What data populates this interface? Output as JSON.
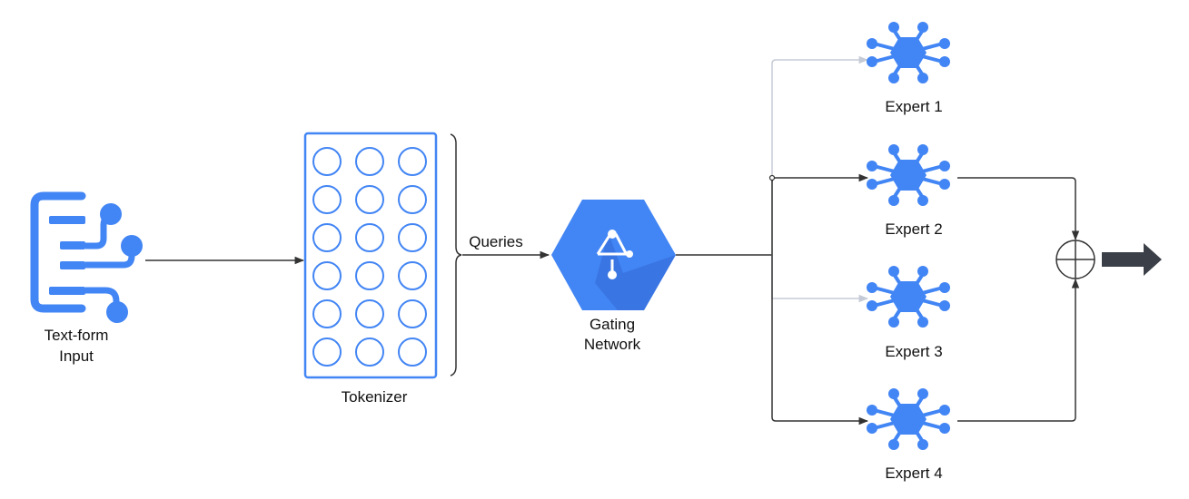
{
  "input": {
    "label_line1": "Text-form",
    "label_line2": "Input"
  },
  "tokenizer": {
    "label": "Tokenizer",
    "rows": 6,
    "cols": 3
  },
  "queries": {
    "label": "Queries"
  },
  "gating": {
    "label_line1": "Gating",
    "label_line2": "Network"
  },
  "experts": [
    {
      "label": "Expert 1",
      "active": false
    },
    {
      "label": "Expert 2",
      "active": true
    },
    {
      "label": "Expert 3",
      "active": false
    },
    {
      "label": "Expert 4",
      "active": true
    }
  ],
  "colors": {
    "accent": "#4285f4",
    "accent_dark": "#3367d6",
    "line": "#333333",
    "inactive_line": "#c5cbd6",
    "output_arrow": "#3b4048"
  }
}
